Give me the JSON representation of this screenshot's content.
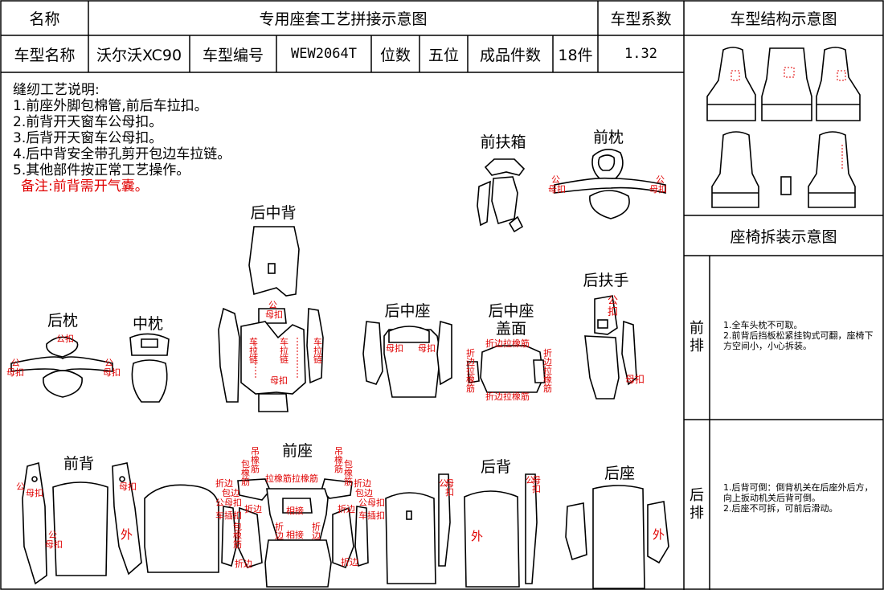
{
  "header": {
    "name_label": "名称",
    "title": "专用座套工艺拼接示意图",
    "coef_label": "车型系数",
    "structure_label": "车型结构示意图"
  },
  "info": {
    "model_name_label": "车型名称",
    "model_name": "沃尔沃XC90",
    "model_code_label": "车型编号",
    "model_code": "WEW2064T",
    "seats_label": "位数",
    "seats": "五位",
    "pieces_label": "成品件数",
    "pieces": "18件",
    "coef": "1.32"
  },
  "notes": {
    "heading": "缝纫工艺说明:",
    "items": [
      "1.前座外脚包棉管,前后车拉扣。",
      "2.前背开天窗车公母扣。",
      "3.后背开天窗车公母扣。",
      "4.后中背安全带孔剪开包边车拉链。",
      "5.其他部件按正常工艺操作。"
    ],
    "remark": "备注:前背需开气囊。"
  },
  "parts": {
    "front_armrest_box": "前扶箱",
    "front_headrest": "前枕",
    "rear_center_back": "后中背",
    "rear_headrest": "后枕",
    "center_headrest": "中枕",
    "rear_center_seat": "后中座",
    "rear_center_seat_cover": "后中座\n盖面",
    "rear_armrest": "后扶手",
    "front_back": "前背",
    "front_seat": "前座",
    "rear_back": "后背",
    "rear_seat": "后座"
  },
  "marks": {
    "male": "公",
    "female": "母扣",
    "male_buckle": "公扣",
    "zipper": "车拉链",
    "fold_edge": "折边",
    "fold_edge_rib": "折边拉橡筋",
    "hang_rib": "吊橡筋",
    "bag_rib": "包橡筋",
    "rib_chain": "拉橡筋拉橡筋",
    "bind": "相接",
    "wrap": "包边",
    "insert": "车插扣",
    "outer": "外",
    "male_female": "公母扣"
  },
  "disassembly": {
    "title": "座椅拆装示意图",
    "front_label": "前排",
    "front_text": "1.全车头枕不可取。\n2.前背后挡板松紧挂钩式可翻，座椅下方空间小，小心拆装。",
    "rear_label": "后排",
    "rear_text": "1.后背可倒：倒背机关在后座外后方，向上扳动机关后背可倒。\n2.后座不可拆，可前后滑动。"
  }
}
